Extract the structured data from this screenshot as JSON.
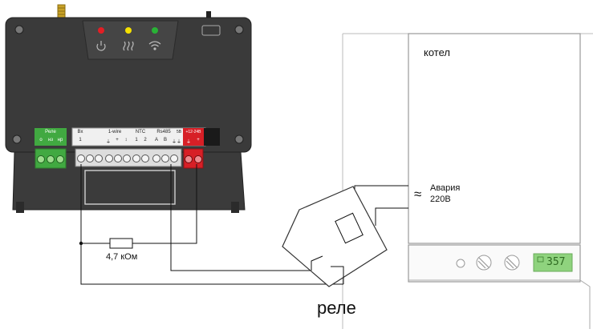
{
  "controller": {
    "terminals": {
      "relay": {
        "title": "Реле",
        "pins": [
          "о",
          "нз",
          "нр"
        ]
      },
      "input": {
        "title": "Вх",
        "pins": [
          "1"
        ]
      },
      "onewire": {
        "title": "1-wire",
        "pins": [
          "⏚",
          "+",
          "↕"
        ]
      },
      "ntc": {
        "title": "NTC",
        "pins": [
          "1",
          "2"
        ]
      },
      "rs485": {
        "title": "Rs485",
        "pins": [
          "A",
          "B",
          "⏚"
        ]
      },
      "aux": {
        "title": "5В",
        "pins": [
          "⏚"
        ]
      },
      "power": {
        "title": "+12-24В",
        "pins": [
          "⏚",
          "+"
        ]
      }
    },
    "leds": {
      "colors": [
        "#e31e24",
        "#f5e000",
        "#29b236"
      ]
    }
  },
  "resistor": {
    "label": "4,7 кОм"
  },
  "boiler": {
    "label": "котел",
    "alarm_symbol": "≈",
    "alarm_lines": [
      "Авария",
      "220В"
    ],
    "display_value": "357"
  },
  "relay_label": "реле",
  "colors": {
    "housing": "#3a3a3a",
    "relay_block": "#41a941",
    "power_block": "#d71f26",
    "display": "#8fd37e"
  }
}
